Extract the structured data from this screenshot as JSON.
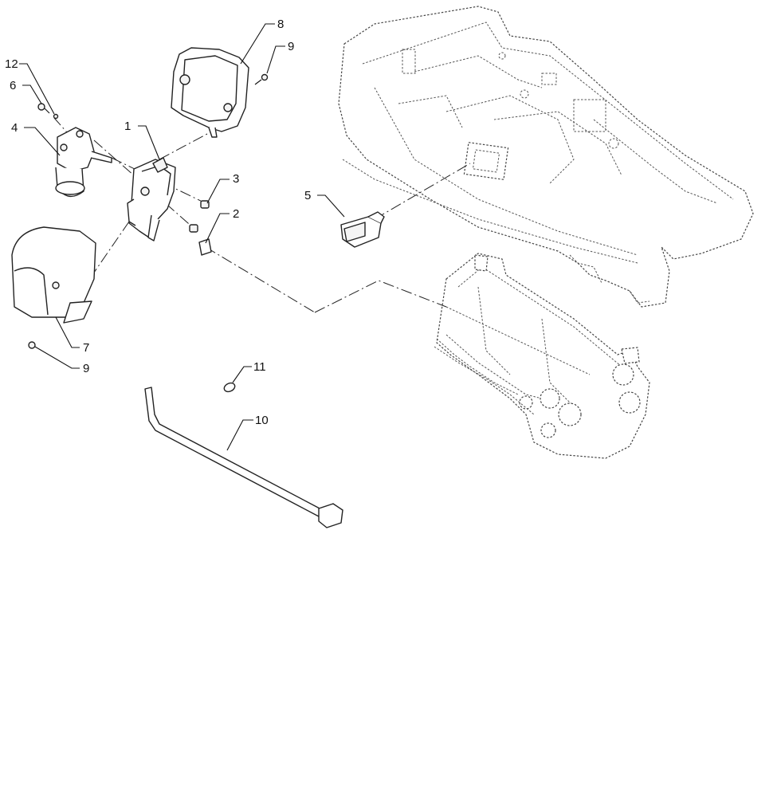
{
  "callouts": [
    {
      "id": "c1",
      "label": "1"
    },
    {
      "id": "c2",
      "label": "2"
    },
    {
      "id": "c3",
      "label": "3"
    },
    {
      "id": "c4",
      "label": "4"
    },
    {
      "id": "c5",
      "label": "5"
    },
    {
      "id": "c6",
      "label": "6"
    },
    {
      "id": "c7",
      "label": "7"
    },
    {
      "id": "c8",
      "label": "8"
    },
    {
      "id": "c9a",
      "label": "9"
    },
    {
      "id": "c9b",
      "label": "9"
    },
    {
      "id": "c10",
      "label": "10"
    },
    {
      "id": "c11",
      "label": "11"
    },
    {
      "id": "c12",
      "label": "12"
    }
  ]
}
